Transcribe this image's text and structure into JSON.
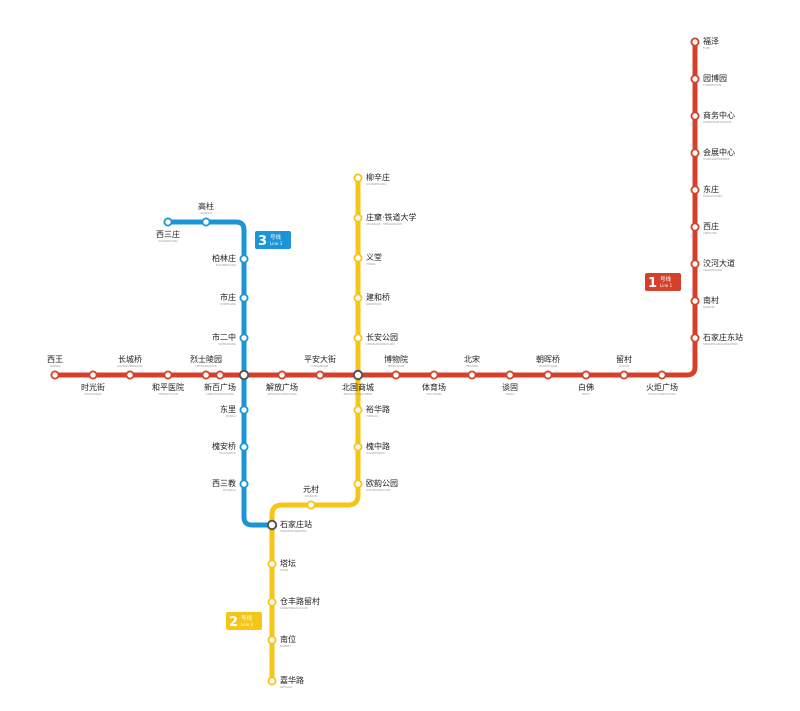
{
  "colors": {
    "line1": "#d5402b",
    "line2": "#f5c518",
    "line3": "#1b94d8",
    "interchange": "#555555"
  },
  "badges": {
    "line1": {
      "num": "1",
      "cn": "号线",
      "en": "Line 1"
    },
    "line2": {
      "num": "2",
      "cn": "号线",
      "en": "Line 2"
    },
    "line3": {
      "num": "3",
      "cn": "号线",
      "en": "Line 3"
    }
  },
  "lines": {
    "line1": {
      "stations": [
        {
          "id": "xiwang",
          "name": "西王",
          "sub": "XIWANG"
        },
        {
          "id": "shiguangjie",
          "name": "时光街",
          "sub": "SHIGUANGJIE"
        },
        {
          "id": "changchengqiao",
          "name": "长城桥",
          "sub": "CHANGCHENGQIAO"
        },
        {
          "id": "hepingyiyuan",
          "name": "和平医院",
          "sub": "HEPINGYIYUAN"
        },
        {
          "id": "lieshilingyuan",
          "name": "烈士陵园",
          "sub": "LIESHILINGYUAN"
        },
        {
          "id": "xinbaiguangchang",
          "name": "新百广场",
          "sub": "XINBAIGUANGCHANG"
        },
        {
          "id": "jiefangguangchang",
          "name": "解放广场",
          "sub": "JIEFANGGUANGCHANG"
        },
        {
          "id": "pinganddajie",
          "name": "平安大街",
          "sub": "PINGANDAJIE"
        },
        {
          "id": "beiguoshangcheng",
          "name": "北国商城",
          "sub": "BEIGUOSHANGCHENG"
        },
        {
          "id": "bowuyuan",
          "name": "博物院",
          "sub": "BOWUYUAN"
        },
        {
          "id": "tiyuchang",
          "name": "体育场",
          "sub": "TIYUCHANG"
        },
        {
          "id": "beisong",
          "name": "北宋",
          "sub": "BEISONG"
        },
        {
          "id": "tangu",
          "name": "谈固",
          "sub": "TANGU"
        },
        {
          "id": "chaohuiqiao",
          "name": "朝晖桥",
          "sub": "CHAOHUIQIAO"
        },
        {
          "id": "baifo",
          "name": "白佛",
          "sub": "BAIFO"
        },
        {
          "id": "liucun",
          "name": "留村",
          "sub": "LIUCUN"
        },
        {
          "id": "huojuguangchang",
          "name": "火炬广场",
          "sub": "HUOJUGUANGCHANG"
        },
        {
          "id": "shijiazhuangdongzhan",
          "name": "石家庄东站",
          "sub": "SHIJIAZHUANGDONGZHAN"
        },
        {
          "id": "nancun",
          "name": "南村",
          "sub": "NANCUN"
        },
        {
          "id": "guhedadao",
          "name": "洨河大道",
          "sub": "XIAOHEDADAO"
        },
        {
          "id": "xizhuang",
          "name": "西庄",
          "sub": "XIZHUANG"
        },
        {
          "id": "dongzhuang",
          "name": "东庄",
          "sub": "DONGZHUANG"
        },
        {
          "id": "huizhanzhongxin",
          "name": "会展中心",
          "sub": "HUIZHANZHONGXIN"
        },
        {
          "id": "shangwuzhongxin",
          "name": "商务中心",
          "sub": "SHANGWUZHONGXIN"
        },
        {
          "id": "yuanboyuan",
          "name": "园博园",
          "sub": "YUANBOYUAN"
        },
        {
          "id": "fuze",
          "name": "福泽",
          "sub": "FUZE"
        }
      ]
    },
    "line2": {
      "stations": [
        {
          "id": "liuxinzhuang",
          "name": "柳辛庄",
          "sub": "LIUXINZHUANG"
        },
        {
          "id": "zhuangli",
          "name": "庄窠·铁道大学",
          "sub": "ZHUANGKE · TIEDAODAXUE"
        },
        {
          "id": "yitang",
          "name": "义堂",
          "sub": "YITANG"
        },
        {
          "id": "jianheqiao",
          "name": "建和桥",
          "sub": "JIANHEQIAO"
        },
        {
          "id": "changangongyuan",
          "name": "长安公园",
          "sub": "CHANGANGONGYUAN"
        },
        {
          "id": "beiguo2",
          "name": "",
          "sub": ""
        },
        {
          "id": "yuhualu",
          "name": "裕华路",
          "sub": "YUHUALU"
        },
        {
          "id": "huaizhonglu",
          "name": "槐中路",
          "sub": "HUAIZHONGLU"
        },
        {
          "id": "ouyungongyuan",
          "name": "欧韵公园",
          "sub": "OUYUNGONGYUAN"
        },
        {
          "id": "yuancun",
          "name": "元村",
          "sub": "YUANCUN"
        },
        {
          "id": "sjz2",
          "name": "",
          "sub": ""
        },
        {
          "id": "tatan",
          "name": "塔坛",
          "sub": "TATAN"
        },
        {
          "id": "cangfengluliucun",
          "name": "仓丰路留村",
          "sub": "CANGFENGLULIUCUN"
        },
        {
          "id": "nanwei",
          "name": "南位",
          "sub": "NANWEI"
        },
        {
          "id": "jiahualu",
          "name": "嘉华路",
          "sub": "JIAHUALU"
        }
      ]
    },
    "line3": {
      "stations": [
        {
          "id": "xisanzhuang",
          "name": "西三庄",
          "sub": "XISANZHUANG"
        },
        {
          "id": "gaozhu",
          "name": "高柱",
          "sub": "GAOZHU"
        },
        {
          "id": "bailinzhuang",
          "name": "柏林庄",
          "sub": "BAILINZHUANG"
        },
        {
          "id": "shizhuang",
          "name": "市庄",
          "sub": "SHIZHUANG"
        },
        {
          "id": "shierzhong",
          "name": "市二中",
          "sub": "SHIERZHONG"
        },
        {
          "id": "xinbai3",
          "name": "",
          "sub": ""
        },
        {
          "id": "dongli",
          "name": "东里",
          "sub": "DONGLI"
        },
        {
          "id": "huaianqiao",
          "name": "槐安桥",
          "sub": "HUAIANQIAO"
        },
        {
          "id": "xisanjiao",
          "name": "西三教",
          "sub": "XISANJIAO"
        },
        {
          "id": "shijiazhuangzhan",
          "name": "石家庄站",
          "sub": "SHIJIAZHUANGZHAN"
        }
      ]
    }
  }
}
